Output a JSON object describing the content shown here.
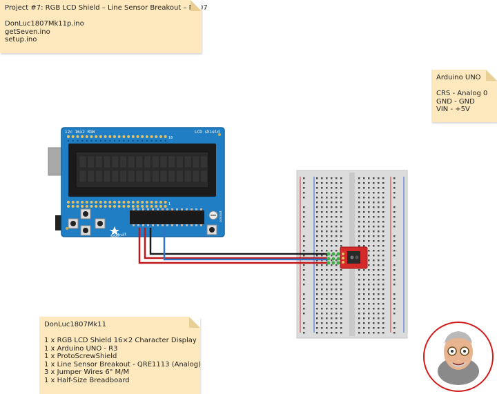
{
  "notes": {
    "project": {
      "title": "Project #7: RGB LCD Shield – Line Sensor Breakout – Mk07",
      "files": [
        "DonLuc1807Mk11p.ino",
        "getSeven.ino",
        "setup.ino"
      ]
    },
    "arduino": {
      "title": "Arduino UNO",
      "pins": [
        "CRS - Analog 0",
        "GND - GND",
        "VIN - +5V"
      ]
    },
    "parts": {
      "title": "DonLuc1807Mk11",
      "items": [
        "1 x RGB LCD Shield 16×2 Character Display",
        "1 x Arduino UNO - R3",
        "1 x ProtoScrewShield",
        "1 x Line Sensor Breakout - QRE1113 (Analog)",
        "3 x Jumper Wires 6\" M/M",
        "1 x Half-Size Breadboard"
      ]
    }
  },
  "shield": {
    "label_left": "i2c 16x2 RGB",
    "label_right": "LCD shield",
    "brand": "adafruit",
    "pin_16": "16",
    "pin_1": "1",
    "contrast_label": "contrast"
  },
  "colors": {
    "board": "#1f7ec4",
    "board_dark": "#1564a1",
    "lcd_frame": "#1b1b1b",
    "lcd_screen": "#2a2a2a",
    "wire_black": "#1a1a1a",
    "wire_blue": "#2f73c9",
    "wire_red": "#c0171b",
    "sensor": "#d42a2a",
    "note": "#fde9bd",
    "avatar_ring": "#d11b1b"
  }
}
